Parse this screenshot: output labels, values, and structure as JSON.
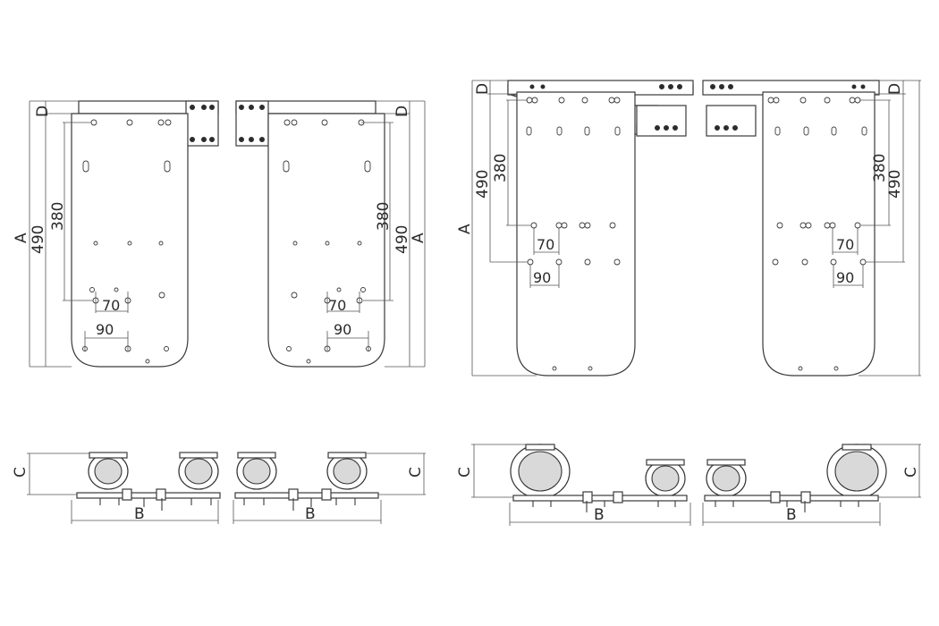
{
  "labels": {
    "A": "A",
    "B": "B",
    "C": "C",
    "D": "D",
    "d490": "490",
    "d380": "380",
    "d70": "70",
    "d90": "90"
  },
  "colors": {
    "line": "#3a3a3a",
    "background": "#ffffff"
  }
}
